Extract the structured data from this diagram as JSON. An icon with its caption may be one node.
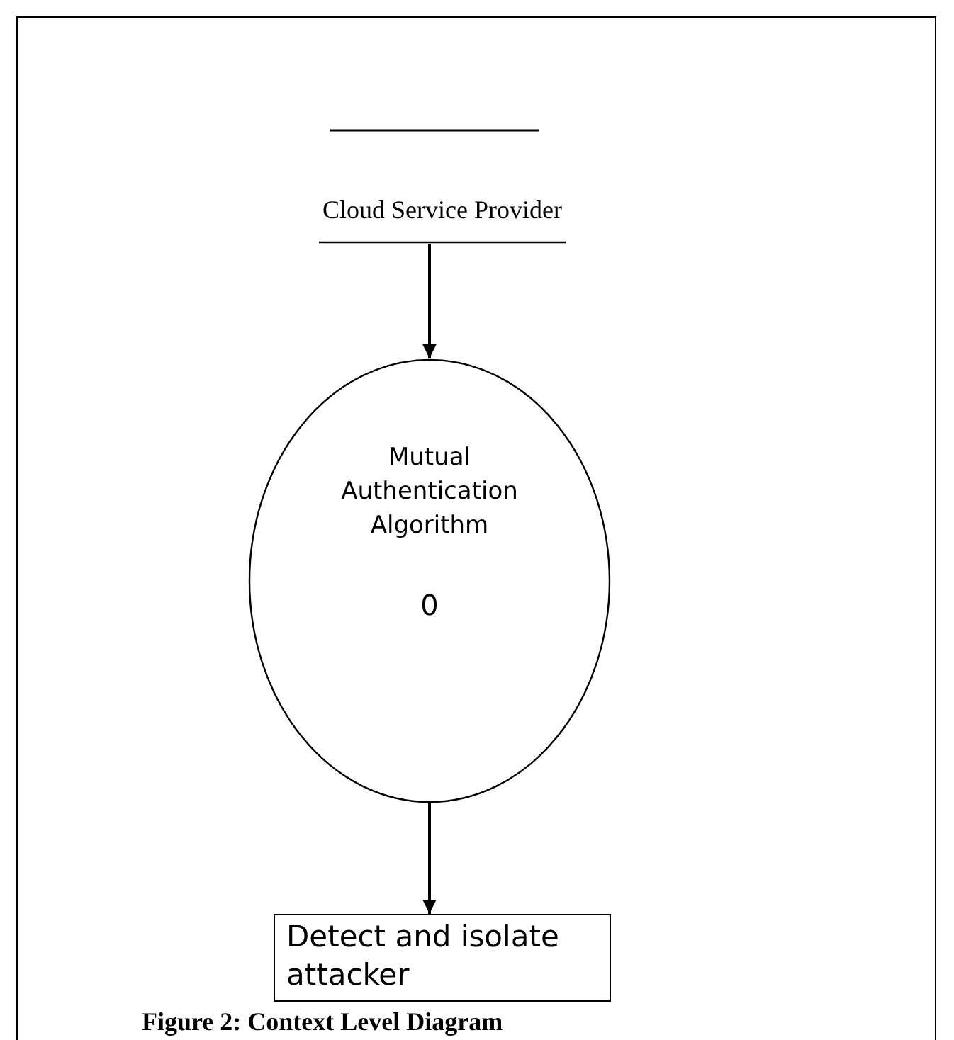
{
  "diagram": {
    "caption": "Figure 2: Context Level Diagram",
    "nodes": [
      {
        "text": [
          "Cloud Service Provider"
        ]
      },
      {
        "text": [
          "Mutual Authentication Algorithm",
          "0"
        ]
      },
      {
        "text": [
          "Detect and isolate attacker"
        ]
      }
    ],
    "edges": [
      {
        "from": 0,
        "to": 1,
        "arrow": "to"
      },
      {
        "from": 1,
        "to": 2,
        "arrow": "to"
      }
    ]
  }
}
